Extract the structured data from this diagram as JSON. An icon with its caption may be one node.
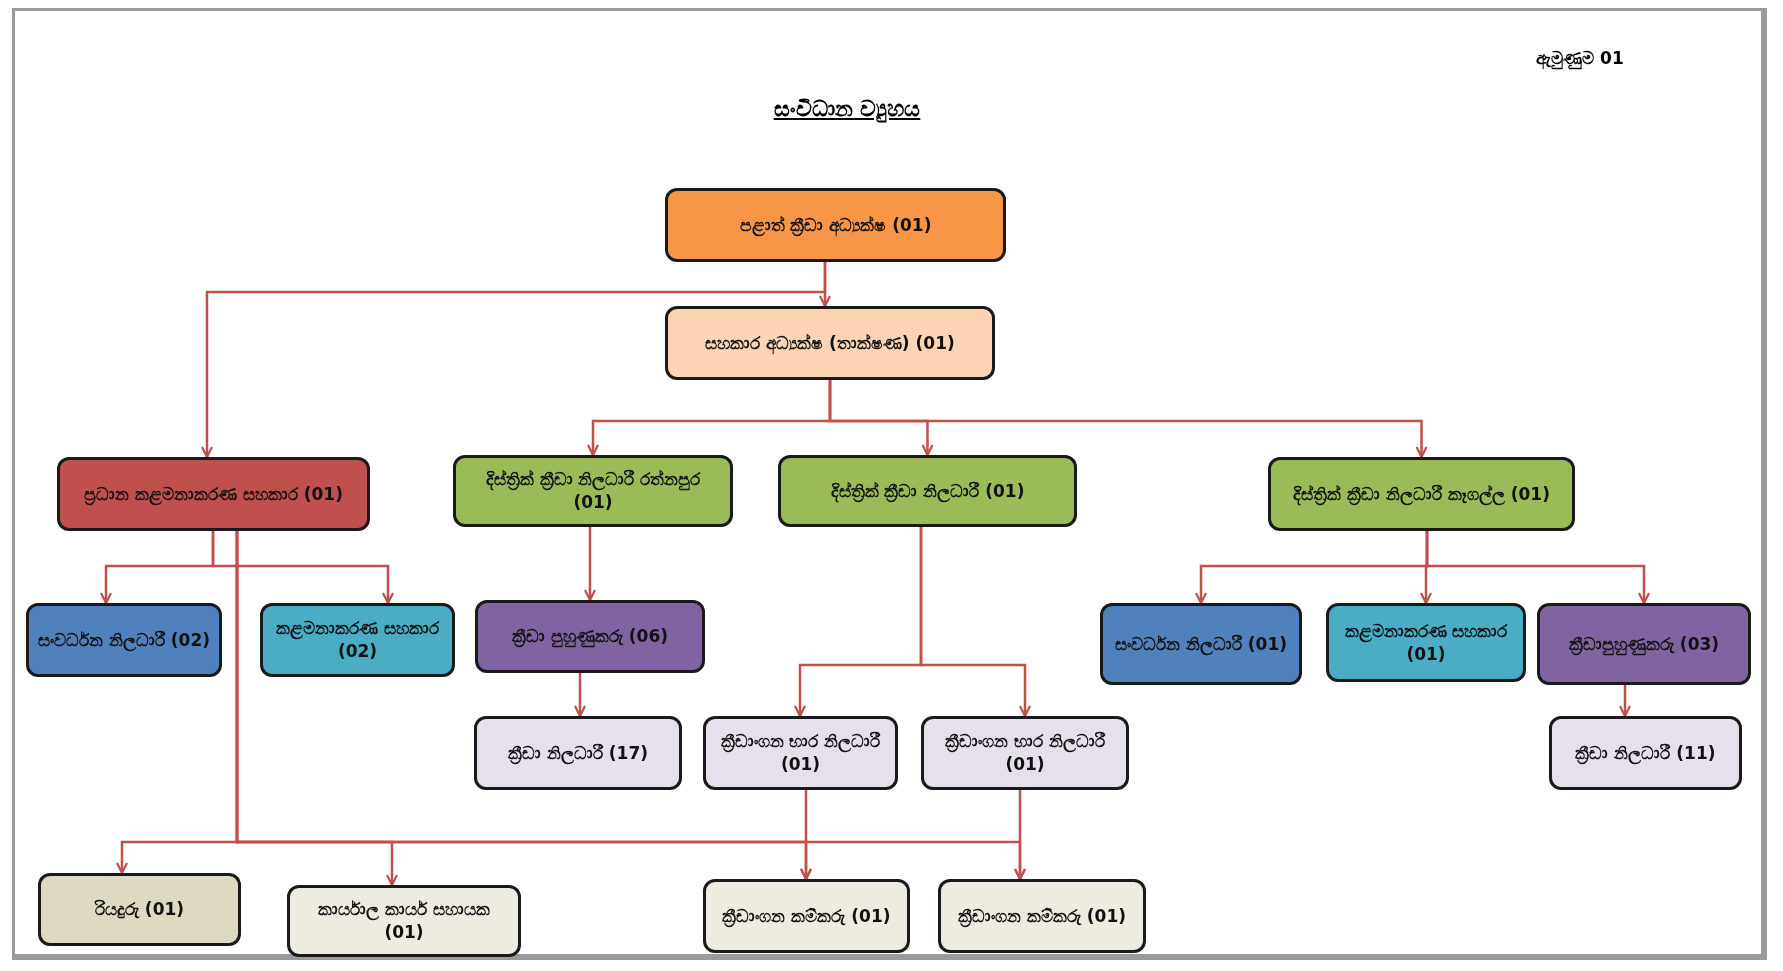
{
  "diagram": {
    "title": "සංවිධාන ව්‍යුහය",
    "nodes": [
      {
        "text": [
          "පළාත් ක්‍රීඩා අධ්‍යක්ෂ (01)"
        ]
      },
      {
        "text": [
          "සහකාර අධ්‍යක්ෂ (තාක්ෂණ) (01)"
        ]
      },
      {
        "text": [
          "ප්‍රධාන කළමනාකරණ සහකාර (01)"
        ]
      },
      {
        "text": [
          "දිස්ත්‍රික් ක්‍රීඩා නිලධාරී රත්නපුර (01)"
        ]
      },
      {
        "text": [
          "දිස්ත්‍රික් ක්‍රීඩා නිලධාරී (01)"
        ]
      },
      {
        "text": [
          "දිස්ත්‍රික් ක්‍රීඩා නිලධාරී කෑගල්ල (01)"
        ]
      },
      {
        "text": [
          "සංවර්ධන නිලධාරී (02)"
        ]
      },
      {
        "text": [
          "කළමනාකරණ සහකාර (02)"
        ]
      },
      {
        "text": [
          "ක්‍රීඩා පුහුණුකරු (06)"
        ]
      },
      {
        "text": [
          "සංවර්ධන නිලධාරී (01)"
        ]
      },
      {
        "text": [
          "කළමනාකරණ සහකාර (01)"
        ]
      },
      {
        "text": [
          "ක්‍රීඩාපුහුණුකරු (03)"
        ]
      },
      {
        "text": [
          "ක්‍රීඩා නිලධාරී (17)"
        ]
      },
      {
        "text": [
          "ක්‍රීඩාංගන භාර නිලධාරී (01)"
        ]
      },
      {
        "text": [
          "ක්‍රීඩාංගන භාර නිලධාරී (01)"
        ]
      },
      {
        "text": [
          "ක්‍රීඩා නිලධාරී (11)"
        ]
      },
      {
        "text": [
          "රියදුරු (01)"
        ]
      },
      {
        "text": [
          "කාර්යාල කාර්ය සහායක (01)"
        ]
      },
      {
        "text": [
          "ක්‍රීඩාංගන කම්කරු (01)"
        ]
      },
      {
        "text": [
          "ක්‍රීඩාංගන කම්කරු (01)"
        ]
      }
    ],
    "edges": [
      {
        "from": 0,
        "to": 1,
        "arrow": "to"
      },
      {
        "from": 0,
        "to": 2,
        "arrow": "to"
      },
      {
        "from": 1,
        "to": 3,
        "arrow": "to"
      },
      {
        "from": 1,
        "to": 4,
        "arrow": "to"
      },
      {
        "from": 1,
        "to": 5,
        "arrow": "to"
      },
      {
        "from": 2,
        "to": 6,
        "arrow": "to"
      },
      {
        "from": 2,
        "to": 7,
        "arrow": "to"
      },
      {
        "from": 3,
        "to": 8,
        "arrow": "to"
      },
      {
        "from": 8,
        "to": 12,
        "arrow": "to"
      },
      {
        "from": 4,
        "to": 13,
        "arrow": "to"
      },
      {
        "from": 4,
        "to": 14,
        "arrow": "to"
      },
      {
        "from": 5,
        "to": 9,
        "arrow": "to"
      },
      {
        "from": 5,
        "to": 10,
        "arrow": "to"
      },
      {
        "from": 5,
        "to": 11,
        "arrow": "to"
      },
      {
        "from": 11,
        "to": 15,
        "arrow": "to"
      },
      {
        "from": 2,
        "to": 16,
        "arrow": "to"
      },
      {
        "from": 2,
        "to": 17,
        "arrow": "to"
      },
      {
        "from": 2,
        "to": 18,
        "arrow": "to"
      },
      {
        "from": 2,
        "to": 19,
        "arrow": "to"
      },
      {
        "from": 13,
        "to": 18,
        "arrow": "to"
      },
      {
        "from": 14,
        "to": 19,
        "arrow": "to"
      }
    ],
    "labels": [
      "ඇමුණුම 01"
    ]
  }
}
